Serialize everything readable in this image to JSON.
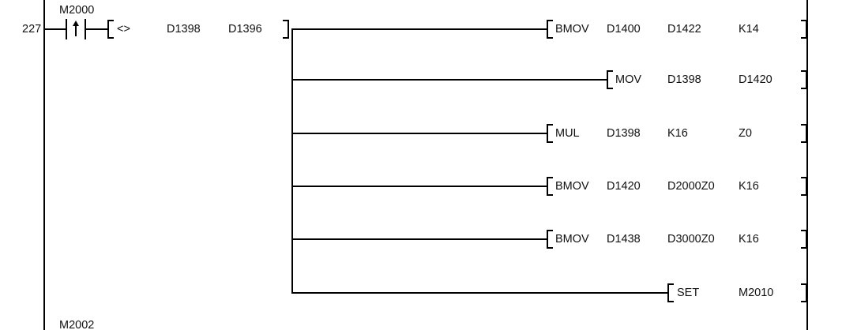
{
  "program": {
    "step_number": "227",
    "rails": {
      "color": "#000000"
    }
  },
  "rung": {
    "condition": {
      "contact": {
        "device": "M2000",
        "type": "rising-edge-contact"
      },
      "compare": {
        "operator": "<>",
        "operand1": "D1398",
        "operand2": "D1396"
      }
    },
    "instructions": [
      {
        "mnemonic": "BMOV",
        "op1": "D1400",
        "op2": "D1422",
        "op3": "K14"
      },
      {
        "mnemonic": "MOV",
        "op1": "D1398",
        "op2": "D1420",
        "op3": ""
      },
      {
        "mnemonic": "MUL",
        "op1": "D1398",
        "op2": "K16",
        "op3": "Z0"
      },
      {
        "mnemonic": "BMOV",
        "op1": "D1420",
        "op2": "D2000Z0",
        "op3": "K16"
      },
      {
        "mnemonic": "BMOV",
        "op1": "D1438",
        "op2": "D3000Z0",
        "op3": "K16"
      },
      {
        "mnemonic": "SET",
        "op1": "M2010",
        "op2": "",
        "op3": ""
      }
    ]
  },
  "next_rung": {
    "contact_label": "M2002"
  }
}
